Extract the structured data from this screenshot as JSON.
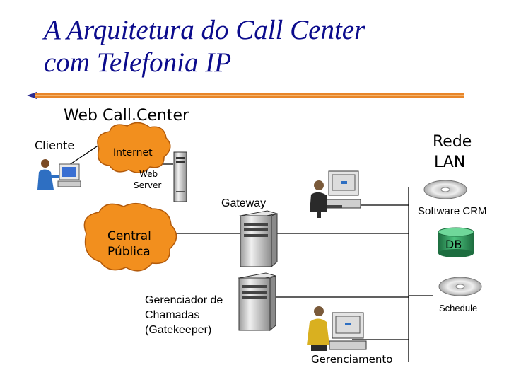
{
  "title": {
    "line1": "A Arquitetura do Call Center",
    "line2": "com Telefonia IP"
  },
  "diagram": {
    "heading": "Web Call.Center",
    "cliente": "Cliente",
    "internet": "Internet",
    "web_server_line1": "Web",
    "web_server_line2": "Server",
    "rede_line1": "Rede",
    "rede_line2": "LAN",
    "gateway": "Gateway",
    "software_crm": "Software CRM",
    "central_line1": "Central",
    "central_line2": "Pública",
    "db": "DB",
    "gerenciador_line1": "Gerenciador de",
    "gerenciador_line2": "Chamadas",
    "gerenciador_line3": "(Gatekeeper)",
    "schedule": "Schedule",
    "gerenciamento": "Gerenciamento"
  },
  "colors": {
    "title": "#0b0b8c",
    "accent_bar": "#e8862a",
    "bar_dark": "#2b2b8f",
    "cloud": "#f28f1e",
    "db": "#2e9a5b",
    "server": "#cfcfcf"
  }
}
